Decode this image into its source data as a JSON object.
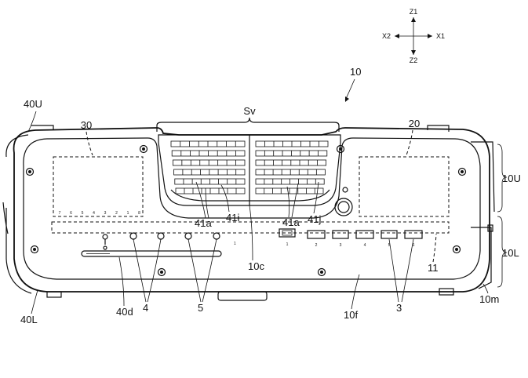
{
  "axes": {
    "up": "Z1",
    "down": "Z2",
    "left": "X2",
    "right": "X1"
  },
  "labels": {
    "device": "10",
    "upper_cover": "40U",
    "lower_cover": "40L",
    "left_region": "30",
    "right_region": "20",
    "vent_span": "Sv",
    "upper_side": "10U",
    "lower_side": "10L",
    "fin_a_left": "41a",
    "fin_i_left": "41i",
    "fin_a_right": "41a",
    "fin_j_right": "41j",
    "center_line": "10c",
    "bottom_part": "10m",
    "front_face": "10f",
    "row_strip": "11",
    "slot": "40d",
    "group_4": "4",
    "group_5": "5",
    "group_3": "3"
  },
  "left_row_numbers": [
    "7",
    "6",
    "5",
    "4",
    "3",
    "2",
    "1",
    "8"
  ],
  "port_numbers": [
    "1",
    "2",
    "3",
    "4",
    "5",
    "6"
  ],
  "small_mark": "1"
}
